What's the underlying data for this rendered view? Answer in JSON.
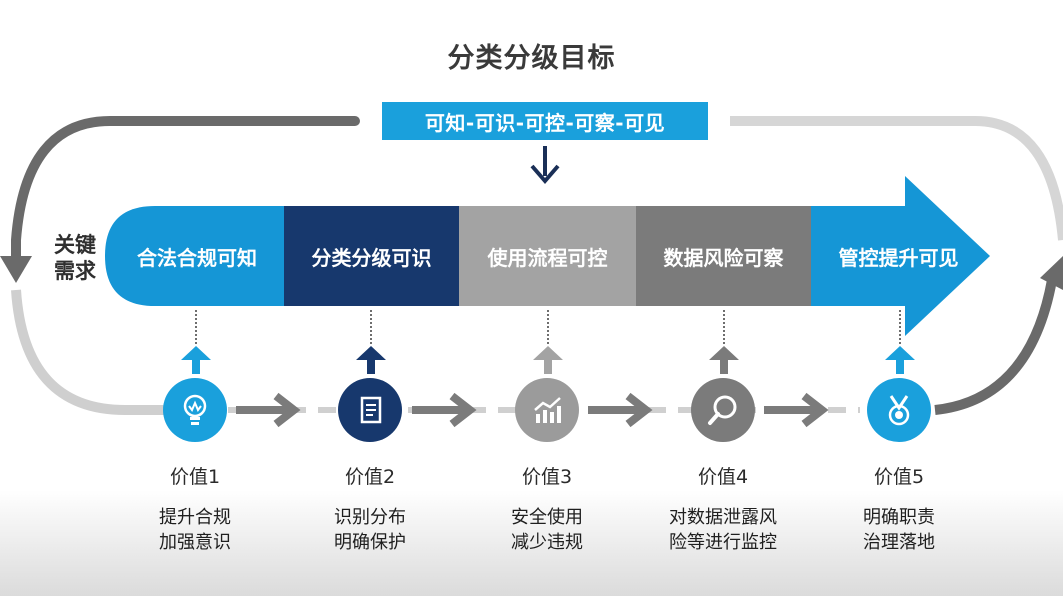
{
  "title": "分类分级目标",
  "goal": "可知-可识-可控-可察-可见",
  "key_need": {
    "line1": "关键",
    "line2": "需求"
  },
  "stages": [
    {
      "label": "合法合规可知",
      "color": "#1596d6"
    },
    {
      "label": "分类分级可识",
      "color": "#17386d"
    },
    {
      "label": "使用流程可控",
      "color": "#a3a3a3"
    },
    {
      "label": "数据风险可察",
      "color": "#7b7b7b"
    },
    {
      "label": "管控提升可见",
      "color": "#1596d6"
    }
  ],
  "values": [
    {
      "title": "价值1",
      "desc1": "提升合规",
      "desc2": "加强意识",
      "icon": "lightbulb-icon",
      "color": "#1aa0dc"
    },
    {
      "title": "价值2",
      "desc1": "识别分布",
      "desc2": "明确保护",
      "icon": "document-icon",
      "color": "#17386d"
    },
    {
      "title": "价值3",
      "desc1": "安全使用",
      "desc2": "减少违规",
      "icon": "growth-chart-icon",
      "color": "#9b9b9b"
    },
    {
      "title": "价值4",
      "desc1": "对数据泄露风",
      "desc2": "险等进行监控",
      "icon": "magnifier-icon",
      "color": "#7b7b7b"
    },
    {
      "title": "价值5",
      "desc1": "明确职责",
      "desc2": "治理落地",
      "icon": "medal-icon",
      "color": "#1aa0dc"
    }
  ]
}
